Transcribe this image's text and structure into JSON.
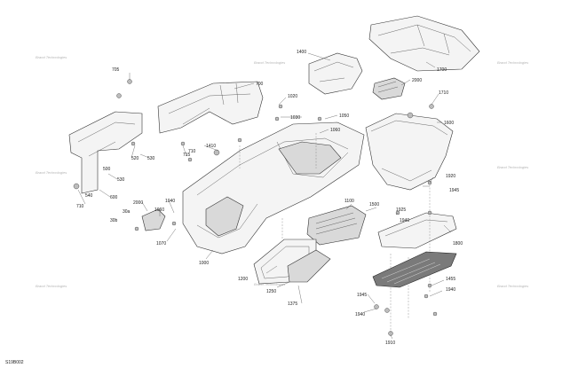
{
  "diagram": {
    "reference": "S19B002",
    "watermark_text": "Brand Technologies",
    "callouts": [
      "705",
      "700",
      "1020",
      "1030",
      "1400",
      "2000",
      "1700",
      "1050",
      "1060",
      "1710",
      "1600",
      "1410",
      "715",
      "710",
      "520",
      "530",
      "500",
      "540",
      "600",
      "530",
      "710",
      "1040",
      "1060",
      "2000",
      "30a",
      "30b",
      "1070",
      "1000",
      "1100",
      "1500",
      "1925",
      "1940",
      "1920",
      "1945",
      "1800",
      "1200",
      "1250",
      "1375",
      "1945",
      "1940",
      "1455",
      "1940",
      "1910"
    ]
  }
}
